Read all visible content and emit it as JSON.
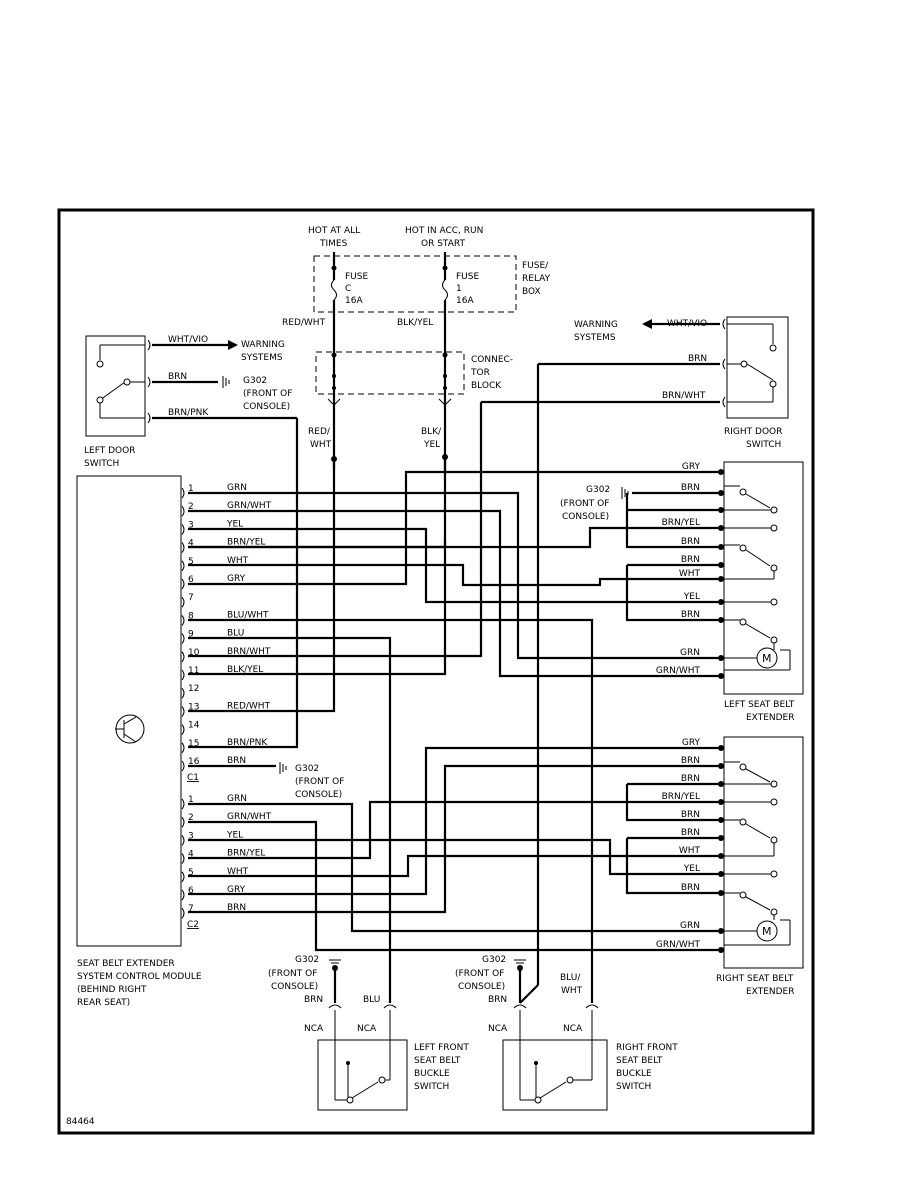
{
  "source": {
    "hot_all_1": "HOT AT ALL",
    "hot_all_2": "TIMES",
    "hot_acc_1": "HOT IN ACC, RUN",
    "hot_acc_2": "OR START"
  },
  "fuse_box": {
    "fuse_c": [
      "FUSE",
      "C",
      "16A"
    ],
    "fuse_1": [
      "FUSE",
      "1",
      "16A"
    ],
    "label": [
      "FUSE/",
      "RELAY",
      "BOX"
    ]
  },
  "connector_block": {
    "label": [
      "CONNEC-",
      "TOR",
      "BLOCK"
    ],
    "wire_red_wht": "RED/WHT",
    "wire_blk_yel": "BLK/YEL",
    "red_wht_split": [
      "RED/",
      "WHT"
    ],
    "blk_yel_split": [
      "BLK/",
      "YEL"
    ]
  },
  "left_door": {
    "wire_wht_vio": "WHT/VIO",
    "warning": [
      "WARNING",
      "SYSTEMS"
    ],
    "wire_brn": "BRN",
    "ground": [
      "G302",
      "(FRONT OF",
      "CONSOLE)"
    ],
    "wire_brn_pnk": "BRN/PNK",
    "label": [
      "LEFT DOOR",
      "SWITCH"
    ]
  },
  "right_door": {
    "warning": [
      "WARNING",
      "SYSTEMS"
    ],
    "wire_wht_vio": "WHT/VIO",
    "wire_brn": "BRN",
    "wire_brn_wht": "BRN/WHT",
    "label": [
      "RIGHT DOOR",
      "SWITCH"
    ]
  },
  "module": {
    "c1_pins": [
      {
        "pin": "1",
        "wire": "GRN"
      },
      {
        "pin": "2",
        "wire": "GRN/WHT"
      },
      {
        "pin": "3",
        "wire": "YEL"
      },
      {
        "pin": "4",
        "wire": "BRN/YEL"
      },
      {
        "pin": "5",
        "wire": "WHT"
      },
      {
        "pin": "6",
        "wire": "GRY"
      },
      {
        "pin": "7",
        "wire": ""
      },
      {
        "pin": "8",
        "wire": "BLU/WHT"
      },
      {
        "pin": "9",
        "wire": "BLU"
      },
      {
        "pin": "10",
        "wire": "BRN/WHT"
      },
      {
        "pin": "11",
        "wire": "BLK/YEL"
      },
      {
        "pin": "12",
        "wire": ""
      },
      {
        "pin": "13",
        "wire": "RED/WHT"
      },
      {
        "pin": "14",
        "wire": ""
      },
      {
        "pin": "15",
        "wire": "BRN/PNK"
      },
      {
        "pin": "16",
        "wire": "BRN"
      }
    ],
    "c1_label": "C1",
    "c2_pins": [
      {
        "pin": "1",
        "wire": "GRN"
      },
      {
        "pin": "2",
        "wire": "GRN/WHT"
      },
      {
        "pin": "3",
        "wire": "YEL"
      },
      {
        "pin": "4",
        "wire": "BRN/YEL"
      },
      {
        "pin": "5",
        "wire": "WHT"
      },
      {
        "pin": "6",
        "wire": "GRY"
      },
      {
        "pin": "7",
        "wire": "BRN"
      }
    ],
    "c2_label": "C2",
    "ground_c1": [
      "G302",
      "(FRONT OF",
      "CONSOLE)"
    ],
    "label": [
      "SEAT BELT EXTENDER",
      "SYSTEM CONTROL MODULE",
      "(BEHIND RIGHT",
      "REAR SEAT)"
    ]
  },
  "left_extender": {
    "wires": [
      "GRY",
      "BRN",
      "BRN/YEL",
      "BRN",
      "BRN",
      "WHT",
      "YEL",
      "BRN",
      "GRN",
      "GRN/WHT"
    ],
    "ground": [
      "G302",
      "(FRONT OF",
      "CONSOLE)"
    ],
    "ground_wire": "BRN",
    "motor": "M",
    "label": [
      "LEFT SEAT BELT",
      "EXTENDER"
    ]
  },
  "right_extender": {
    "wires": [
      "GRY",
      "BRN",
      "BRN",
      "BRN/YEL",
      "BRN",
      "BRN",
      "WHT",
      "YEL",
      "BRN",
      "GRN",
      "GRN/WHT"
    ],
    "motor": "M",
    "label": [
      "RIGHT SEAT BELT",
      "EXTENDER"
    ]
  },
  "left_buckle": {
    "ground": [
      "G302",
      "(FRONT OF",
      "CONSOLE)"
    ],
    "wire_brn": "BRN",
    "wire_blu": "BLU",
    "nca_1": "NCA",
    "nca_2": "NCA",
    "label": [
      "LEFT FRONT",
      "SEAT BELT",
      "BUCKLE",
      "SWITCH"
    ]
  },
  "right_buckle": {
    "ground": [
      "G302",
      "(FRONT OF",
      "CONSOLE)"
    ],
    "wire_brn": "BRN",
    "wire_blu_wht": [
      "BLU/",
      "WHT"
    ],
    "nca_1": "NCA",
    "nca_2": "NCA",
    "label": [
      "RIGHT FRONT",
      "SEAT BELT",
      "BUCKLE",
      "SWITCH"
    ]
  },
  "figure_number": "84464"
}
